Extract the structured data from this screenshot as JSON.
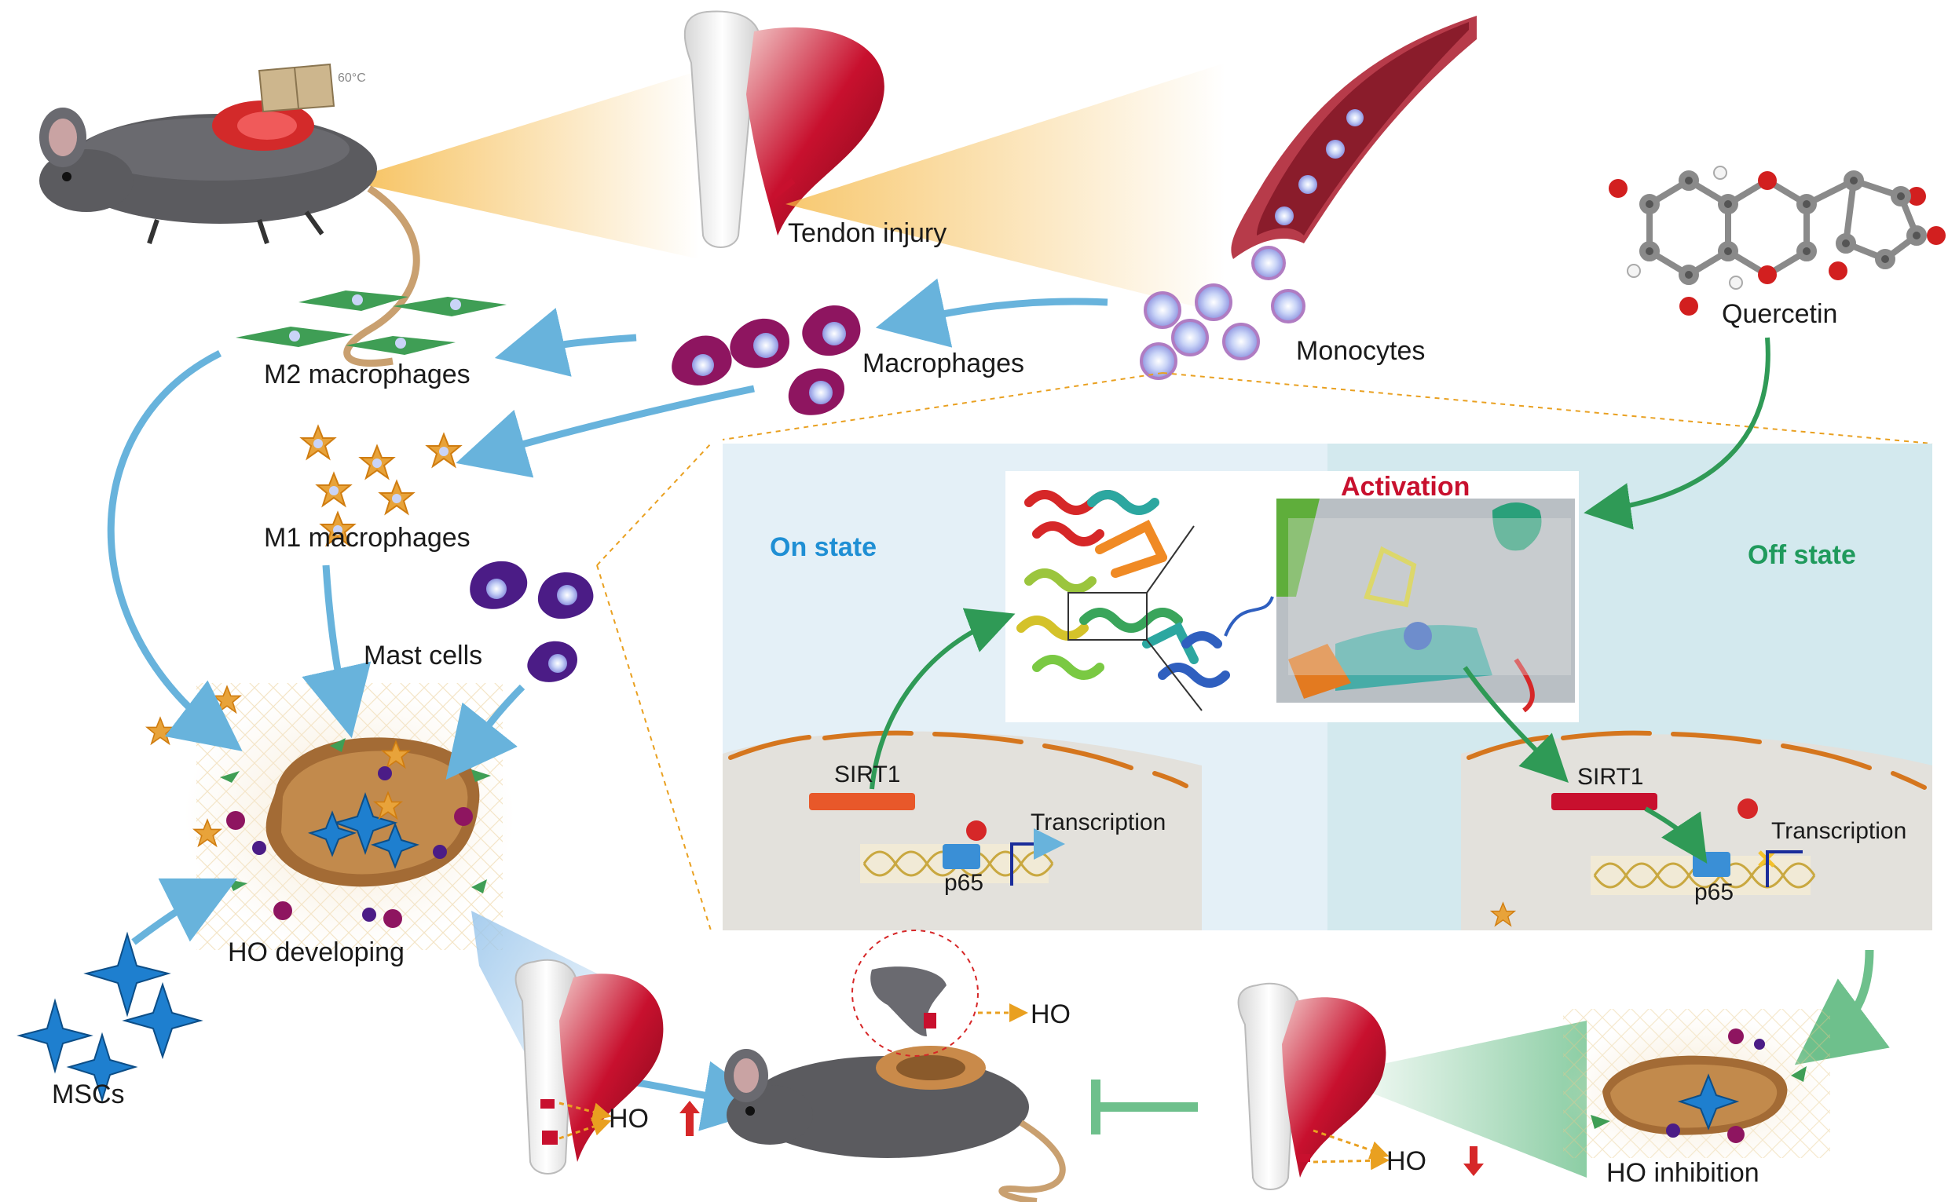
{
  "colors": {
    "arrow_blue": "#68b3dc",
    "arrow_green": "#2f9a56",
    "inhibit_green": "#6ec08c",
    "on_state_text": "#1f8fd4",
    "off_state_text": "#1f9a5c",
    "activation_text": "#c8102e",
    "sirt1_on_bar": "#e8582a",
    "sirt1_off_bar": "#c8102e",
    "blood_vessel": "#b73b4a",
    "monocyte": "#d6a6d8",
    "macrophage": "#8e1560",
    "m2": "#3f9e55",
    "m1": "#e8a33a",
    "mast": "#4b1c86",
    "msc": "#1e7fcf",
    "panel_bg": "#e4f0f7",
    "nucleus_bg": "#e3e1dc"
  },
  "labels": {
    "tendon_injury": "Tendon injury",
    "monocytes": "Monocytes",
    "quercetin": "Quercetin",
    "macrophages": "Macrophages",
    "m2_macrophages": "M2 macrophages",
    "m1_macrophages": "M1 macrophages",
    "mast_cells": "Mast cells",
    "ho_developing": "HO developing",
    "mscs": "MSCs",
    "on_state": "On state",
    "off_state": "Off state",
    "activation": "Activation",
    "sirt1_on": "SIRT1",
    "sirt1_off": "SIRT1",
    "transcription_on": "Transcription",
    "transcription_off": "Transcription",
    "p65_on": "p65",
    "p65_off": "p65",
    "ho_up": "HO",
    "ho_inset": "HO",
    "ho_down": "HO",
    "ho_inhibition": "HO inhibition",
    "heat_pad_temp": "60°C"
  },
  "icons": [
    "mouse-icon",
    "heat-pad-icon",
    "tendon-bone-icon",
    "blood-vessel-icon",
    "quercetin-molecule-icon",
    "sirt1-protein-structure",
    "docking-view-image",
    "dna-helix-icon",
    "up-arrow-icon",
    "down-arrow-icon",
    "inhibition-bar-icon"
  ]
}
